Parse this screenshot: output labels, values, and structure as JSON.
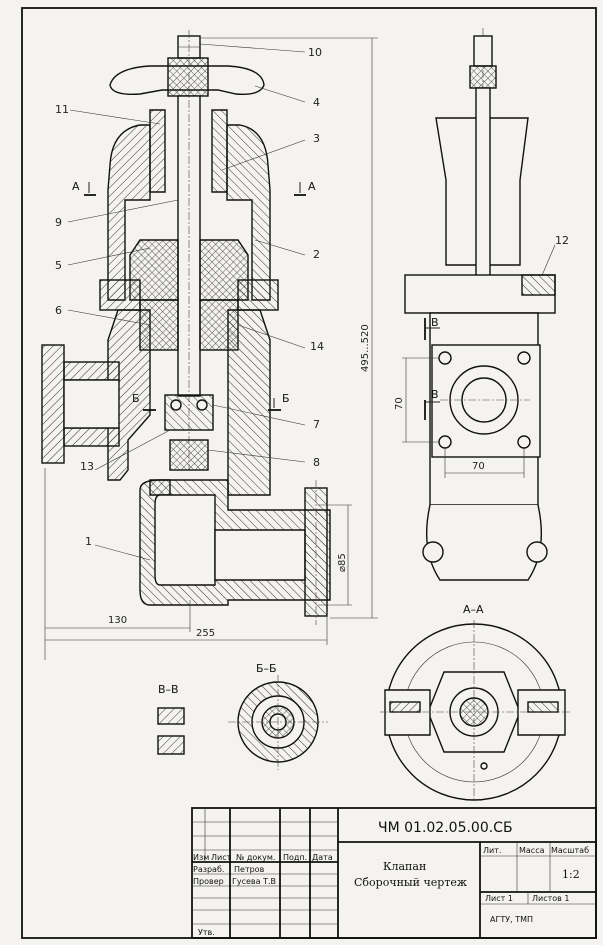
{
  "leaders": [
    "10",
    "4",
    "11",
    "3",
    "9",
    "5",
    "2",
    "6",
    "14",
    "7",
    "13",
    "8",
    "1",
    "12"
  ],
  "section_marks": {
    "a_left": "А",
    "a_right": "А",
    "b_left": "Б",
    "b_right": "Б",
    "v_top": "В",
    "v_bottom": "В"
  },
  "dimensions": {
    "height": "495...520",
    "width_130": "130",
    "width_255": "255",
    "dia_85": "⌀85",
    "side_70_v": "70",
    "side_70_h": "70"
  },
  "section_titles": {
    "vv": "В–В",
    "bb": "Б–Б",
    "aa": "А–А"
  },
  "title_block": {
    "doc_number": "ЧМ 01.02.05.00.СБ",
    "name": "Клапан",
    "doc_type": "Сборочный чертеж",
    "col_izm": "Изм",
    "col_list": "Лист",
    "col_doc": "№ докум.",
    "col_podp": "Подп.",
    "col_data": "Дата",
    "row_razrab": "Разраб.",
    "razrab_name": "Петров",
    "row_prover": "Провер",
    "prover_name": "Гусева Т.В",
    "row_utv": "Утв.",
    "lit": "Лит.",
    "massa": "Масса",
    "masshtab": "Масштаб",
    "scale": "1:2",
    "sheet": "Лист 1",
    "sheets": "Листов 1",
    "org": "АГТУ, ТМП"
  }
}
